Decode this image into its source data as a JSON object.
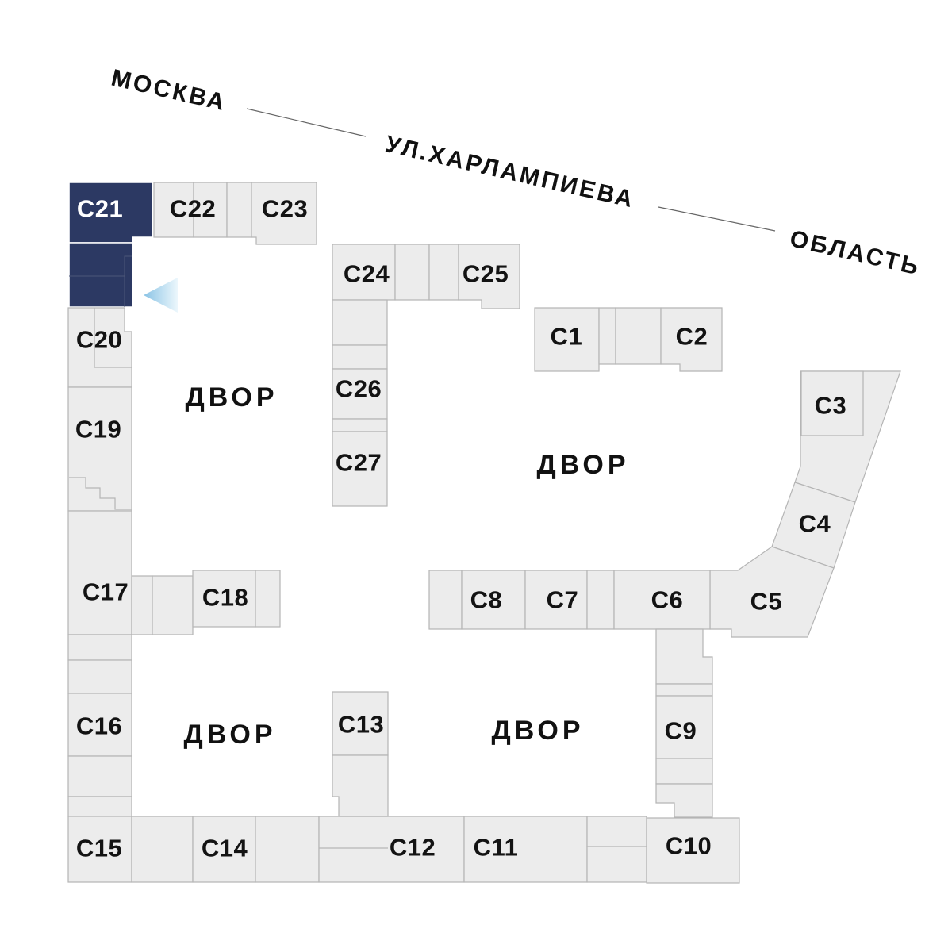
{
  "streets": {
    "left": "МОСКВА",
    "middle": "УЛ.ХАРЛАМПИЕВА",
    "right": "ОБЛАСТЬ"
  },
  "courtyards": [
    {
      "label": "ДВОР"
    },
    {
      "label": "ДВОР"
    },
    {
      "label": "ДВОР"
    },
    {
      "label": "ДВОР"
    }
  ],
  "buildings": [
    {
      "id": "c1",
      "label": "С1",
      "selected": false
    },
    {
      "id": "c2",
      "label": "С2",
      "selected": false
    },
    {
      "id": "c3",
      "label": "С3",
      "selected": false
    },
    {
      "id": "c4",
      "label": "С4",
      "selected": false
    },
    {
      "id": "c5",
      "label": "С5",
      "selected": false
    },
    {
      "id": "c6",
      "label": "С6",
      "selected": false
    },
    {
      "id": "c7",
      "label": "С7",
      "selected": false
    },
    {
      "id": "c8",
      "label": "С8",
      "selected": false
    },
    {
      "id": "c9",
      "label": "С9",
      "selected": false
    },
    {
      "id": "c10",
      "label": "С10",
      "selected": false
    },
    {
      "id": "c11",
      "label": "С11",
      "selected": false
    },
    {
      "id": "c12",
      "label": "С12",
      "selected": false
    },
    {
      "id": "c13",
      "label": "С13",
      "selected": false
    },
    {
      "id": "c14",
      "label": "С14",
      "selected": false
    },
    {
      "id": "c15",
      "label": "С15",
      "selected": false
    },
    {
      "id": "c16",
      "label": "С16",
      "selected": false
    },
    {
      "id": "c17",
      "label": "С17",
      "selected": false
    },
    {
      "id": "c18",
      "label": "С18",
      "selected": false
    },
    {
      "id": "c19",
      "label": "С19",
      "selected": false
    },
    {
      "id": "c20",
      "label": "С20",
      "selected": false
    },
    {
      "id": "c21",
      "label": "С21",
      "selected": true
    },
    {
      "id": "c22",
      "label": "С22",
      "selected": false
    },
    {
      "id": "c23",
      "label": "С23",
      "selected": false
    },
    {
      "id": "c24",
      "label": "С24",
      "selected": false
    },
    {
      "id": "c25",
      "label": "С25",
      "selected": false
    },
    {
      "id": "c26",
      "label": "С26",
      "selected": false
    },
    {
      "id": "c27",
      "label": "С27",
      "selected": false
    }
  ],
  "colors": {
    "building_fill": "#ececec",
    "building_stroke": "#b5b5b5",
    "selected_fill": "#2c3963",
    "selected_text": "#ffffff",
    "label_color": "#131313",
    "arrow_from": "#8ac3e5",
    "arrow_to": "#ecf7fc"
  }
}
